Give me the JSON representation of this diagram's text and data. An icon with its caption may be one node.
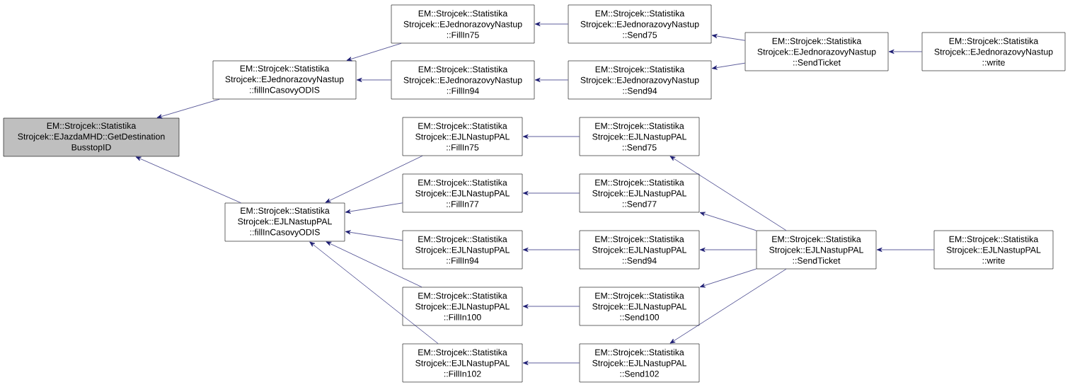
{
  "diagram": {
    "nodes": [
      {
        "text": [
          "EM::Strojcek::Statistika Strojcek::EJazdaMHD::GetDestination BusstopID"
        ]
      },
      {
        "text": [
          "EM::Strojcek::Statistika Strojcek::EJednorazovyNastup ::fillInCasovyODIS"
        ]
      },
      {
        "text": [
          "EM::Strojcek::Statistika Strojcek::EJLNastupPAL ::fillInCasovyODIS"
        ]
      },
      {
        "text": [
          "EM::Strojcek::Statistika Strojcek::EJednorazovyNastup ::FillIn75"
        ]
      },
      {
        "text": [
          "EM::Strojcek::Statistika Strojcek::EJednorazovyNastup ::FillIn94"
        ]
      },
      {
        "text": [
          "EM::Strojcek::Statistika Strojcek::EJLNastupPAL ::FillIn75"
        ]
      },
      {
        "text": [
          "EM::Strojcek::Statistika Strojcek::EJLNastupPAL ::FillIn77"
        ]
      },
      {
        "text": [
          "EM::Strojcek::Statistika Strojcek::EJLNastupPAL ::FillIn94"
        ]
      },
      {
        "text": [
          "EM::Strojcek::Statistika Strojcek::EJLNastupPAL ::FillIn100"
        ]
      },
      {
        "text": [
          "EM::Strojcek::Statistika Strojcek::EJLNastupPAL ::FillIn102"
        ]
      },
      {
        "text": [
          "EM::Strojcek::Statistika Strojcek::EJednorazovyNastup ::Send75"
        ]
      },
      {
        "text": [
          "EM::Strojcek::Statistika Strojcek::EJednorazovyNastup ::Send94"
        ]
      },
      {
        "text": [
          "EM::Strojcek::Statistika Strojcek::EJLNastupPAL ::Send75"
        ]
      },
      {
        "text": [
          "EM::Strojcek::Statistika Strojcek::EJLNastupPAL ::Send77"
        ]
      },
      {
        "text": [
          "EM::Strojcek::Statistika Strojcek::EJLNastupPAL ::Send94"
        ]
      },
      {
        "text": [
          "EM::Strojcek::Statistika Strojcek::EJLNastupPAL ::Send100"
        ]
      },
      {
        "text": [
          "EM::Strojcek::Statistika Strojcek::EJLNastupPAL ::Send102"
        ]
      },
      {
        "text": [
          "EM::Strojcek::Statistika Strojcek::EJednorazovyNastup ::SendTicket"
        ]
      },
      {
        "text": [
          "EM::Strojcek::Statistika Strojcek::EJLNastupPAL ::SendTicket"
        ]
      },
      {
        "text": [
          "EM::Strojcek::Statistika Strojcek::EJednorazovyNastup ::write"
        ]
      },
      {
        "text": [
          "EM::Strojcek::Statistika Strojcek::EJLNastupPAL ::write"
        ]
      }
    ],
    "edges": [
      {
        "from": 1,
        "to": 0,
        "arrow": "to"
      },
      {
        "from": 2,
        "to": 0,
        "arrow": "to"
      },
      {
        "from": 3,
        "to": 1,
        "arrow": "to"
      },
      {
        "from": 4,
        "to": 1,
        "arrow": "to"
      },
      {
        "from": 5,
        "to": 2,
        "arrow": "to"
      },
      {
        "from": 6,
        "to": 2,
        "arrow": "to"
      },
      {
        "from": 7,
        "to": 2,
        "arrow": "to"
      },
      {
        "from": 8,
        "to": 2,
        "arrow": "to"
      },
      {
        "from": 9,
        "to": 2,
        "arrow": "to"
      },
      {
        "from": 10,
        "to": 3,
        "arrow": "to"
      },
      {
        "from": 11,
        "to": 4,
        "arrow": "to"
      },
      {
        "from": 12,
        "to": 5,
        "arrow": "to"
      },
      {
        "from": 13,
        "to": 6,
        "arrow": "to"
      },
      {
        "from": 14,
        "to": 7,
        "arrow": "to"
      },
      {
        "from": 15,
        "to": 8,
        "arrow": "to"
      },
      {
        "from": 16,
        "to": 9,
        "arrow": "to"
      },
      {
        "from": 17,
        "to": 10,
        "arrow": "to"
      },
      {
        "from": 17,
        "to": 11,
        "arrow": "to"
      },
      {
        "from": 18,
        "to": 12,
        "arrow": "to"
      },
      {
        "from": 18,
        "to": 13,
        "arrow": "to"
      },
      {
        "from": 18,
        "to": 14,
        "arrow": "to"
      },
      {
        "from": 18,
        "to": 15,
        "arrow": "to"
      },
      {
        "from": 18,
        "to": 16,
        "arrow": "to"
      },
      {
        "from": 19,
        "to": 17,
        "arrow": "to"
      },
      {
        "from": 20,
        "to": 18,
        "arrow": "to"
      }
    ]
  }
}
